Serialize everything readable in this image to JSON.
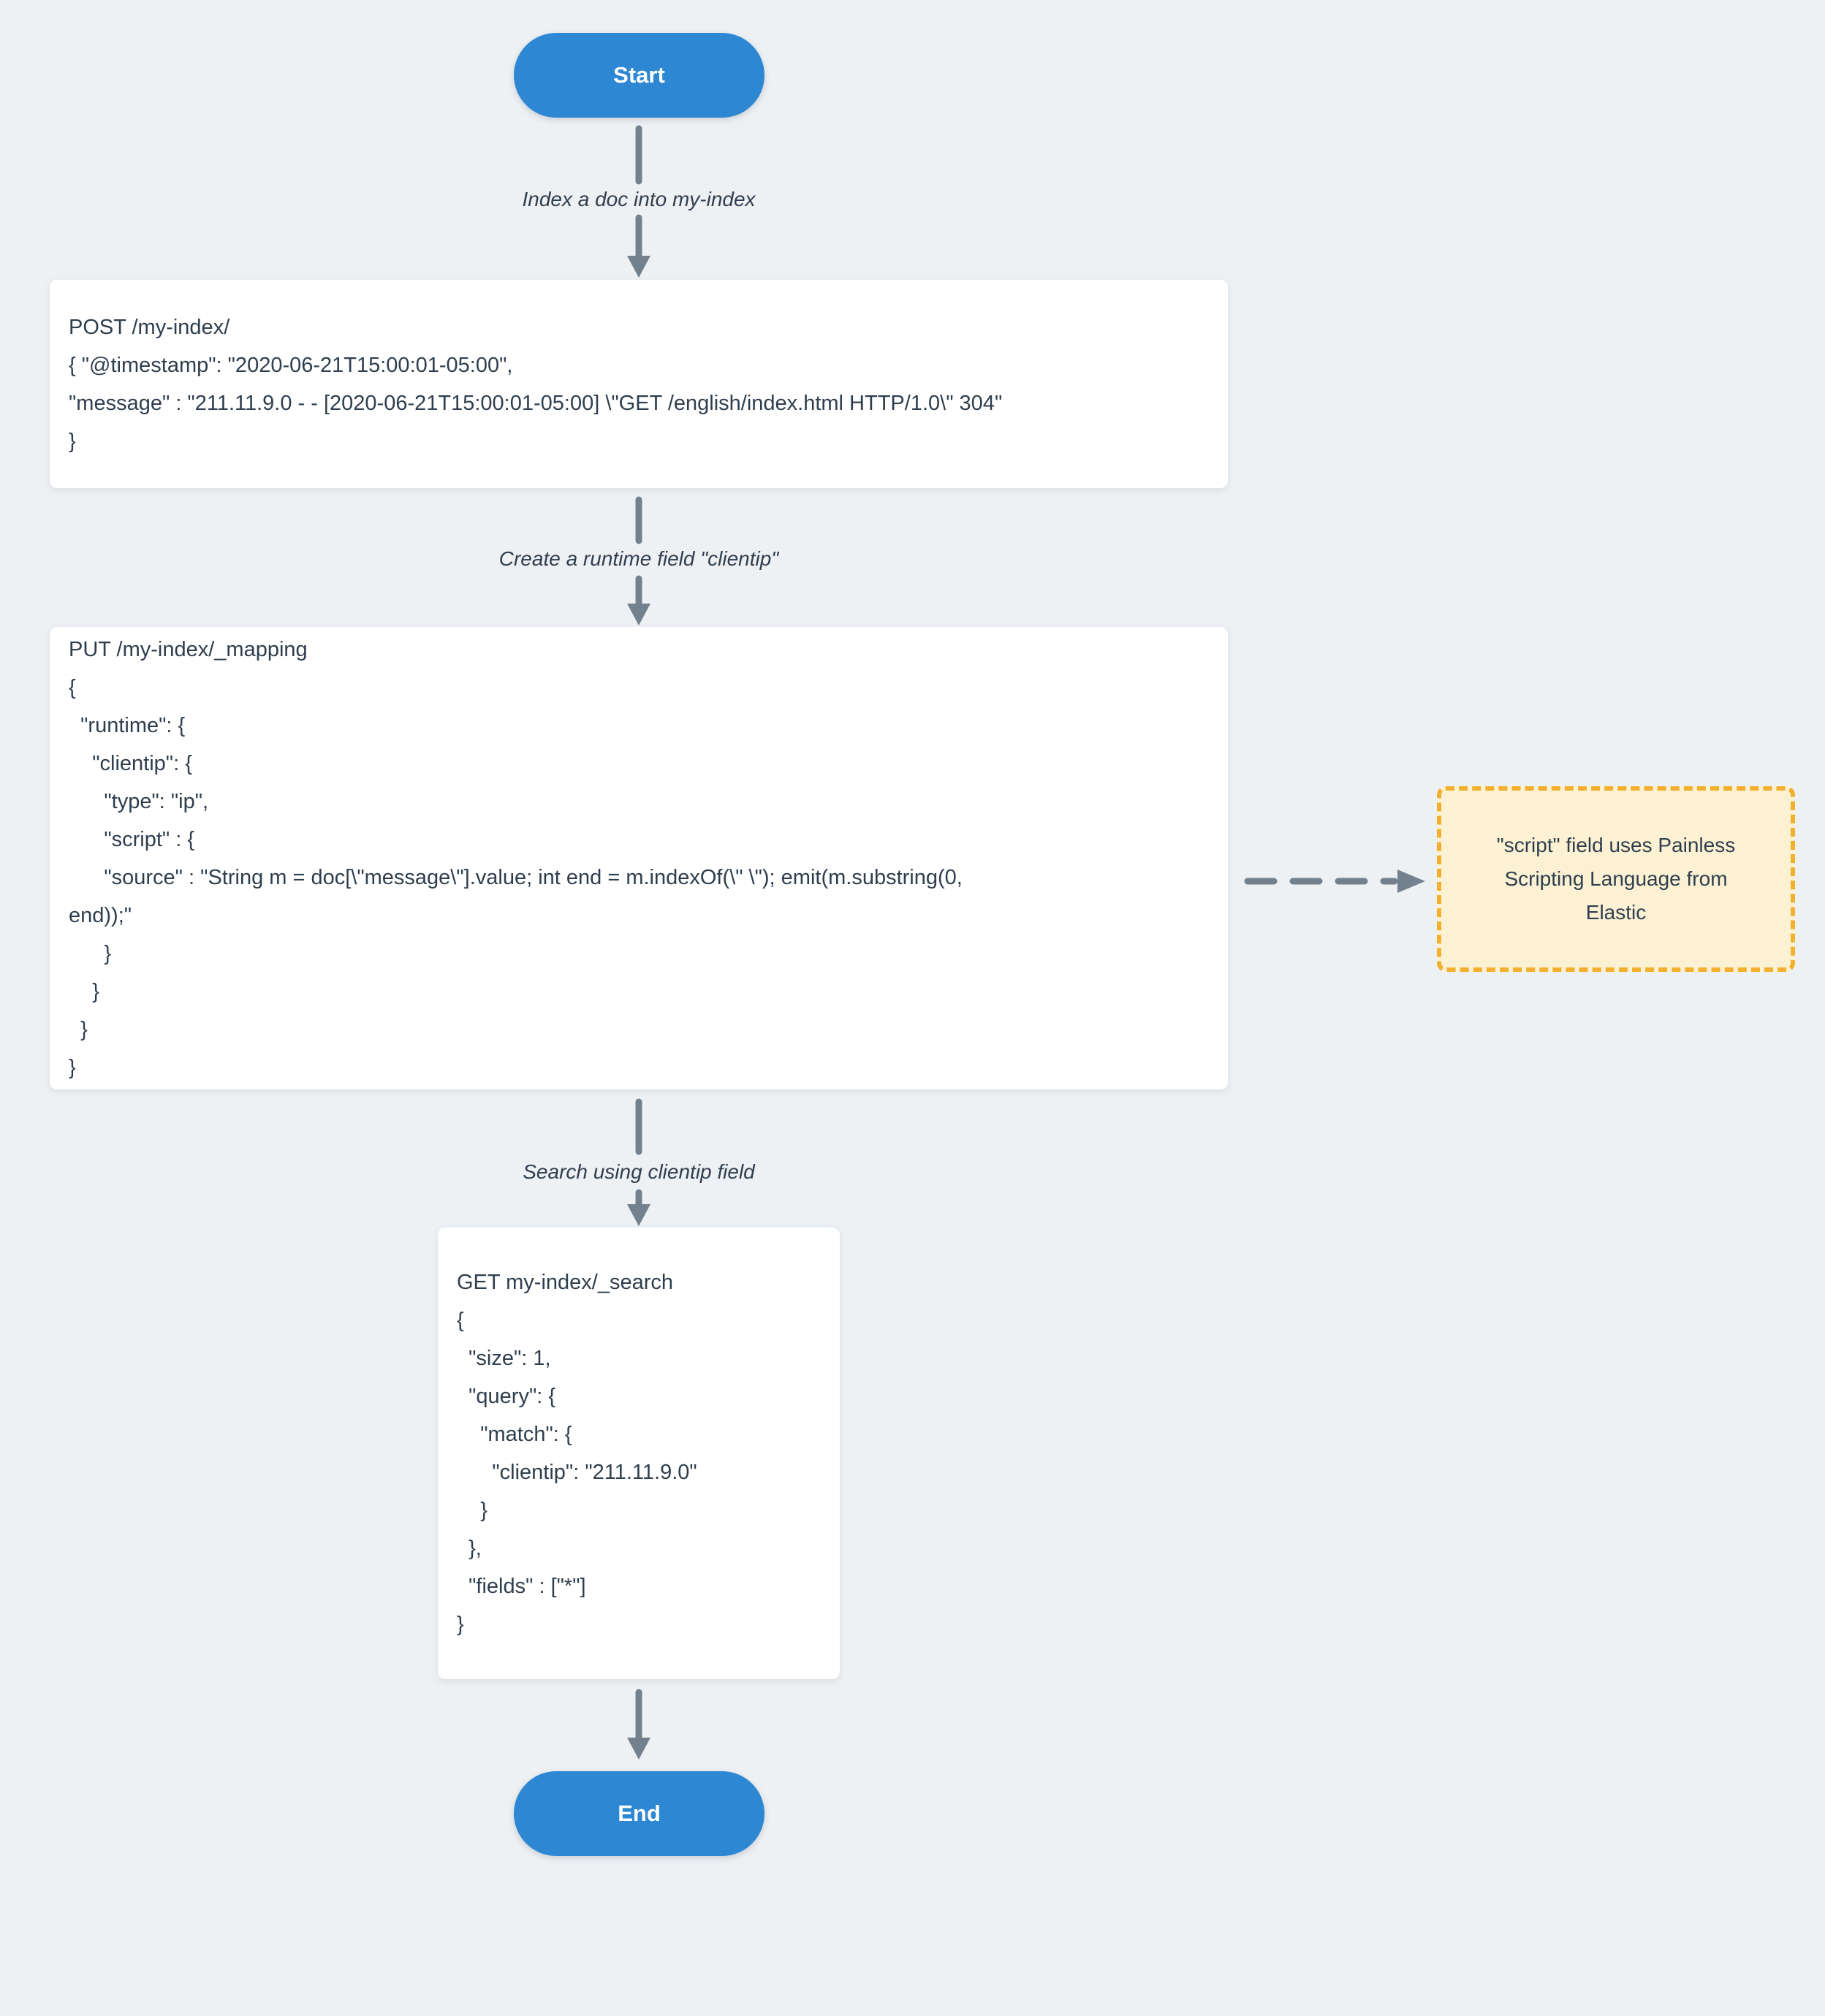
{
  "diagram": {
    "start": {
      "label": "Start"
    },
    "end": {
      "label": "End"
    },
    "edge_labels": [
      "Index a doc into my-index",
      "Create a runtime field \"clientip\"",
      "Search using clientip field"
    ],
    "nodes": {
      "post_request": {
        "lines": [
          "POST /my-index/",
          "{ \"@timestamp\": \"2020-06-21T15:00:01-05:00\",",
          "\"message\" : \"211.11.9.0 - - [2020-06-21T15:00:01-05:00] \\\"GET /english/index.html HTTP/1.0\\\" 304\"",
          "}"
        ]
      },
      "mapping_request": {
        "lines": [
          "PUT /my-index/_mapping",
          "{",
          "  \"runtime\": {",
          "    \"clientip\": {",
          "      \"type\": \"ip\",",
          "      \"script\" : {",
          "      \"source\" : \"String m = doc[\\\"message\\\"].value; int end = m.indexOf(\\\" \\\"); emit(m.substring(0,",
          "end));\"",
          "      }",
          "    }",
          "  }",
          "}"
        ]
      },
      "search_request": {
        "lines": [
          "GET my-index/_search",
          "{",
          "  \"size\": 1,",
          "  \"query\": {",
          "    \"match\": {",
          "      \"clientip\": \"211.11.9.0\"",
          "    }",
          "  },",
          "  \"fields\" : [\"*\"]",
          "}"
        ]
      }
    },
    "note": {
      "lines": [
        "\"script\" field uses Painless",
        "Scripting Language from",
        "Elastic"
      ]
    },
    "colors": {
      "background": "#EEF1F4",
      "accent_blue": "#2E87D3",
      "node_fill": "#FFFFFF",
      "text": "#2F3E4E",
      "arrow_gray": "#73818E",
      "note_border": "#F2B02E",
      "note_fill": "#FCF1D3"
    }
  }
}
